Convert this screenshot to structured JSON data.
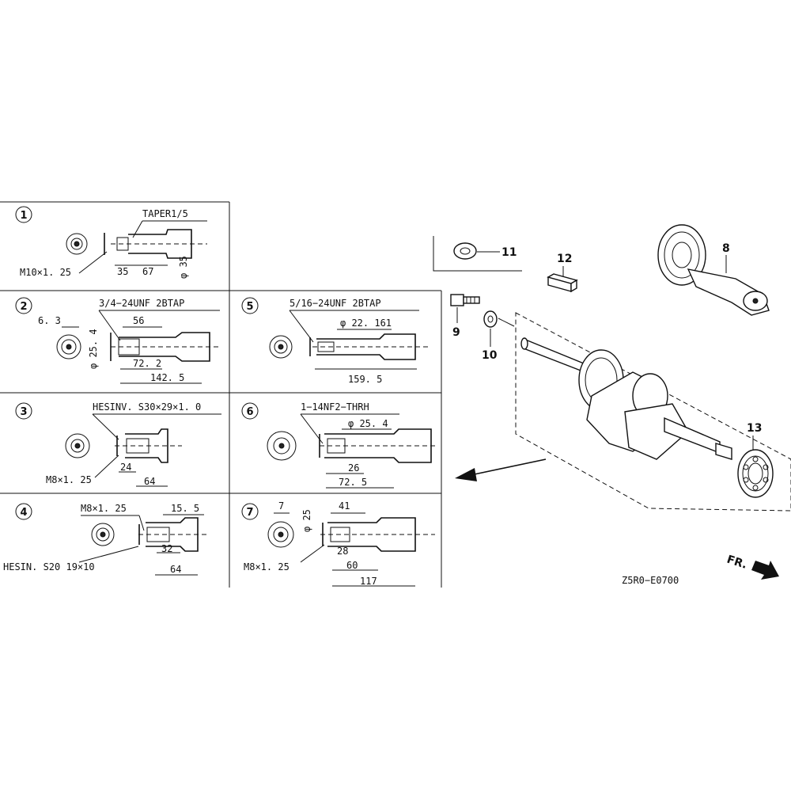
{
  "panels": [
    {
      "num": "1",
      "note": "TAPER1/5",
      "thread": "M10×1. 25",
      "dims": [
        "35",
        "67",
        "φ 35"
      ]
    },
    {
      "num": "2",
      "note": "3/4−24UNF 2BTAP",
      "dims": [
        "6. 3",
        "56",
        "φ 25. 4",
        "72. 2",
        "142. 5"
      ]
    },
    {
      "num": "3",
      "note": "HESINV. S30×29×1. 0",
      "thread": "M8×1. 25",
      "dims": [
        "24",
        "64"
      ]
    },
    {
      "num": "4",
      "thread": "M8×1. 25",
      "note": "HESIN. S20 19×10",
      "dims": [
        "15. 5",
        "32",
        "64"
      ]
    },
    {
      "num": "5",
      "note": "5/16−24UNF 2BTAP",
      "dims": [
        "φ 22. 161",
        "159. 5"
      ]
    },
    {
      "num": "6",
      "note": "1−14NF2−THRH",
      "dims": [
        "φ 25. 4",
        "26",
        "72. 5"
      ]
    },
    {
      "num": "7",
      "thread": "M8×1. 25",
      "dims": [
        "7",
        "φ 25",
        "41",
        "28",
        "60",
        "117"
      ]
    }
  ],
  "callouts": [
    "11",
    "12",
    "8",
    "9",
    "10",
    "13"
  ],
  "direction_label": "FR.",
  "figure_code": "Z5R0−E0700"
}
